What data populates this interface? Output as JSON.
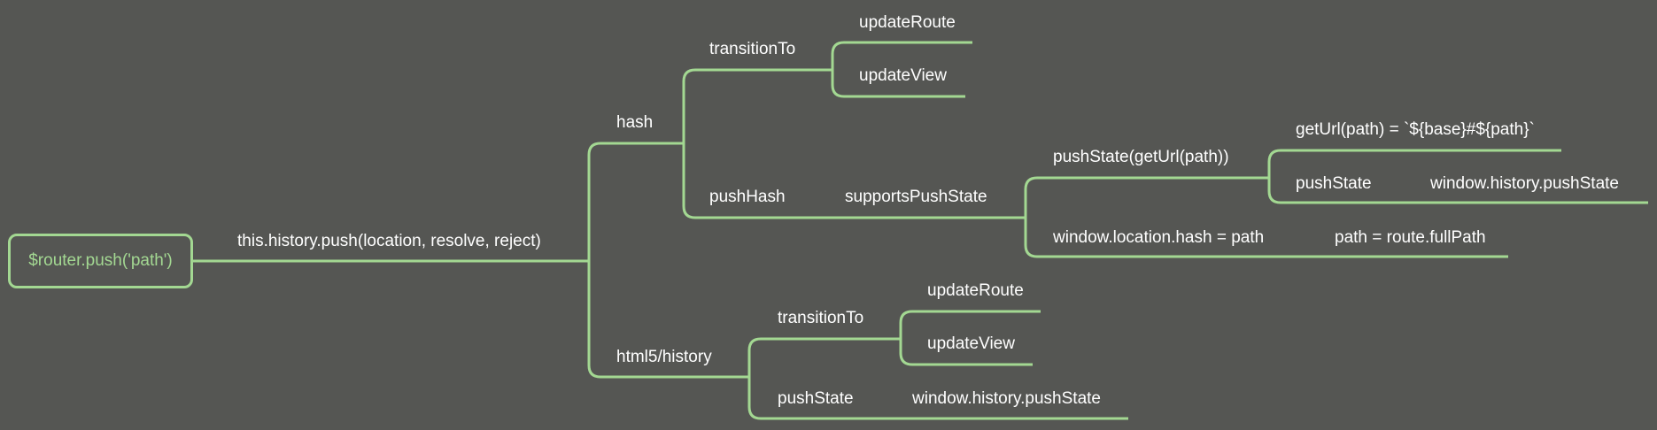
{
  "colors": {
    "background": "#555653",
    "line": "#a3d892",
    "text": "#ffffff"
  },
  "root": "$router.push('path')",
  "nodes": {
    "history_push": "this.history.push(location, resolve, reject)",
    "hash": "hash",
    "hash_transitionTo": "transitionTo",
    "hash_updateRoute": "updateRoute",
    "hash_updateView": "updateView",
    "pushHash": "pushHash",
    "supportsPushState": "supportsPushState",
    "pushState_getUrl": "pushState(getUrl(path))",
    "getUrl_expr": "getUrl(path) = `${base}#${path}`",
    "pushState_inner": "pushState",
    "window_history_pushState_1": "window.history.pushState",
    "location_hash": "window.location.hash = path",
    "path_fullPath": "path = route.fullPath",
    "html5_history": "html5/history",
    "h5_transitionTo": "transitionTo",
    "h5_updateRoute": "updateRoute",
    "h5_updateView": "updateView",
    "h5_pushState": "pushState",
    "window_history_pushState_2": "window.history.pushState"
  }
}
